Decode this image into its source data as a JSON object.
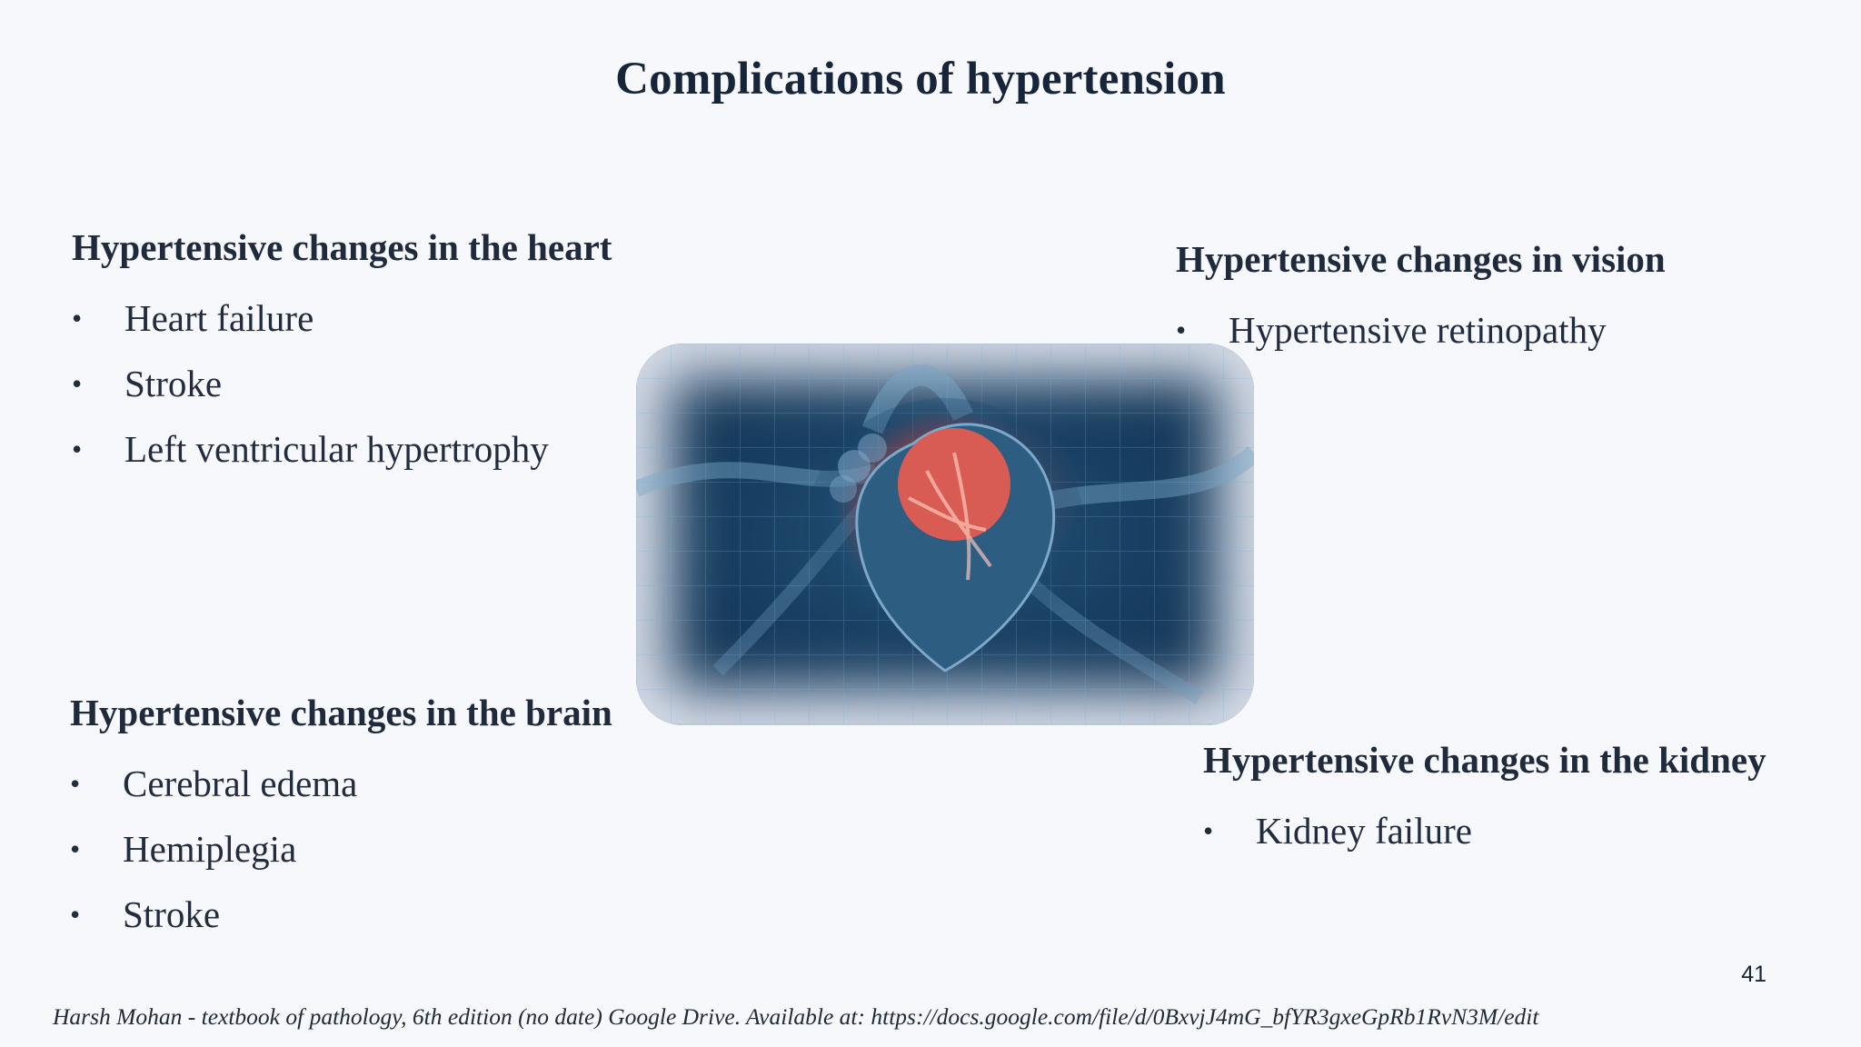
{
  "slide": {
    "title": "Complications of hypertension",
    "page_number": "41",
    "citation": "Harsh Mohan - textbook of pathology, 6th edition (no date) Google Drive. Available at: https://docs.google.com/file/d/0BxvjJ4mG_bfYR3gxeGpRb1RvN3M/edit"
  },
  "sections": {
    "heart": {
      "heading": "Hypertensive changes in the heart",
      "items": [
        "Heart failure",
        "Stroke",
        "Left ventricular hypertrophy"
      ]
    },
    "vision": {
      "heading": "Hypertensive changes in vision",
      "items": [
        "Hypertensive retinopathy"
      ]
    },
    "brain": {
      "heading": "Hypertensive changes in the brain",
      "items": [
        "Cerebral edema",
        "Hemiplegia",
        "Stroke"
      ]
    },
    "kidney": {
      "heading": "Hypertensive changes in the kidney",
      "items": [
        "Kidney failure"
      ]
    }
  },
  "bullet_symbol": "•",
  "colors": {
    "background": "#f7f8fc",
    "text": "#1f2a3d",
    "heart_highlight": "#ff4a3a",
    "image_blue": "#183f62"
  }
}
